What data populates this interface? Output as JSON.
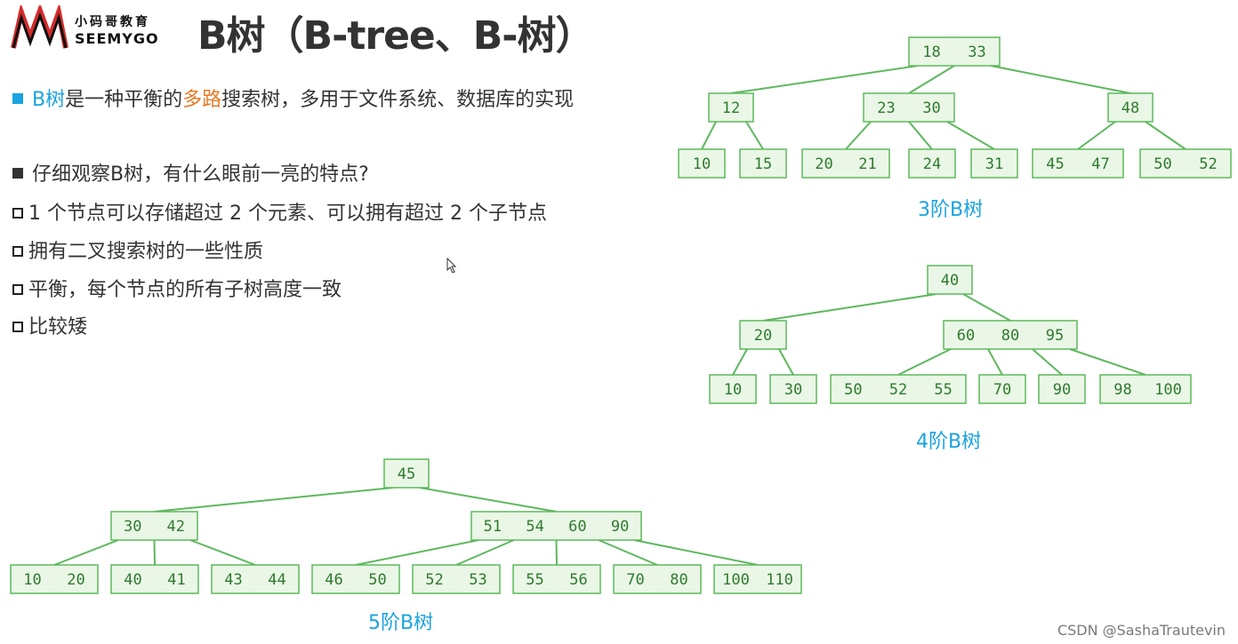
{
  "logo": {
    "cn": "小码哥教育",
    "en": "SEEMYGO"
  },
  "title": "B树（B-tree、B-树）",
  "intro": {
    "p1": "B树",
    "p2": "是一种平衡的",
    "p3": "多路",
    "p4": "搜索树，多用于文件系统、数据库的实现"
  },
  "question": "仔细观察B树，有什么眼前一亮的特点?",
  "points": [
    "1 个节点可以存储超过 2 个元素、可以拥有超过 2 个子节点",
    "拥有二叉搜索树的一些性质",
    "平衡，每个节点的所有子树高度一致",
    "比较矮"
  ],
  "trees": [
    {
      "caption": "3阶B树",
      "levels": [
        [
          [
            "18",
            "33"
          ]
        ],
        [
          [
            "12"
          ],
          [
            "23",
            "30"
          ],
          [
            "48"
          ]
        ],
        [
          [
            "10"
          ],
          [
            "15"
          ],
          [
            "20",
            "21"
          ],
          [
            "24"
          ],
          [
            "31"
          ],
          [
            "45",
            "47"
          ],
          [
            "50",
            "52"
          ]
        ]
      ]
    },
    {
      "caption": "4阶B树",
      "levels": [
        [
          [
            "40"
          ]
        ],
        [
          [
            "20"
          ],
          [
            "60",
            "80",
            "95"
          ]
        ],
        [
          [
            "10"
          ],
          [
            "30"
          ],
          [
            "50",
            "52",
            "55"
          ],
          [
            "70"
          ],
          [
            "90"
          ],
          [
            "98",
            "100"
          ]
        ]
      ]
    },
    {
      "caption": "5阶B树",
      "levels": [
        [
          [
            "45"
          ]
        ],
        [
          [
            "30",
            "42"
          ],
          [
            "51",
            "54",
            "60",
            "90"
          ]
        ],
        [
          [
            "10",
            "20"
          ],
          [
            "40",
            "41"
          ],
          [
            "43",
            "44"
          ],
          [
            "46",
            "50"
          ],
          [
            "52",
            "53"
          ],
          [
            "55",
            "56"
          ],
          [
            "70",
            "80"
          ],
          [
            "100",
            "110"
          ]
        ]
      ]
    }
  ],
  "watermark": "CSDN @SashaTrautevin",
  "colors": {
    "node_border": "#5db85d",
    "node_fill": "#eaf7e6",
    "node_text": "#2f7a2f",
    "accent_blue": "#1aa3e0",
    "accent_orange": "#e57b25"
  }
}
